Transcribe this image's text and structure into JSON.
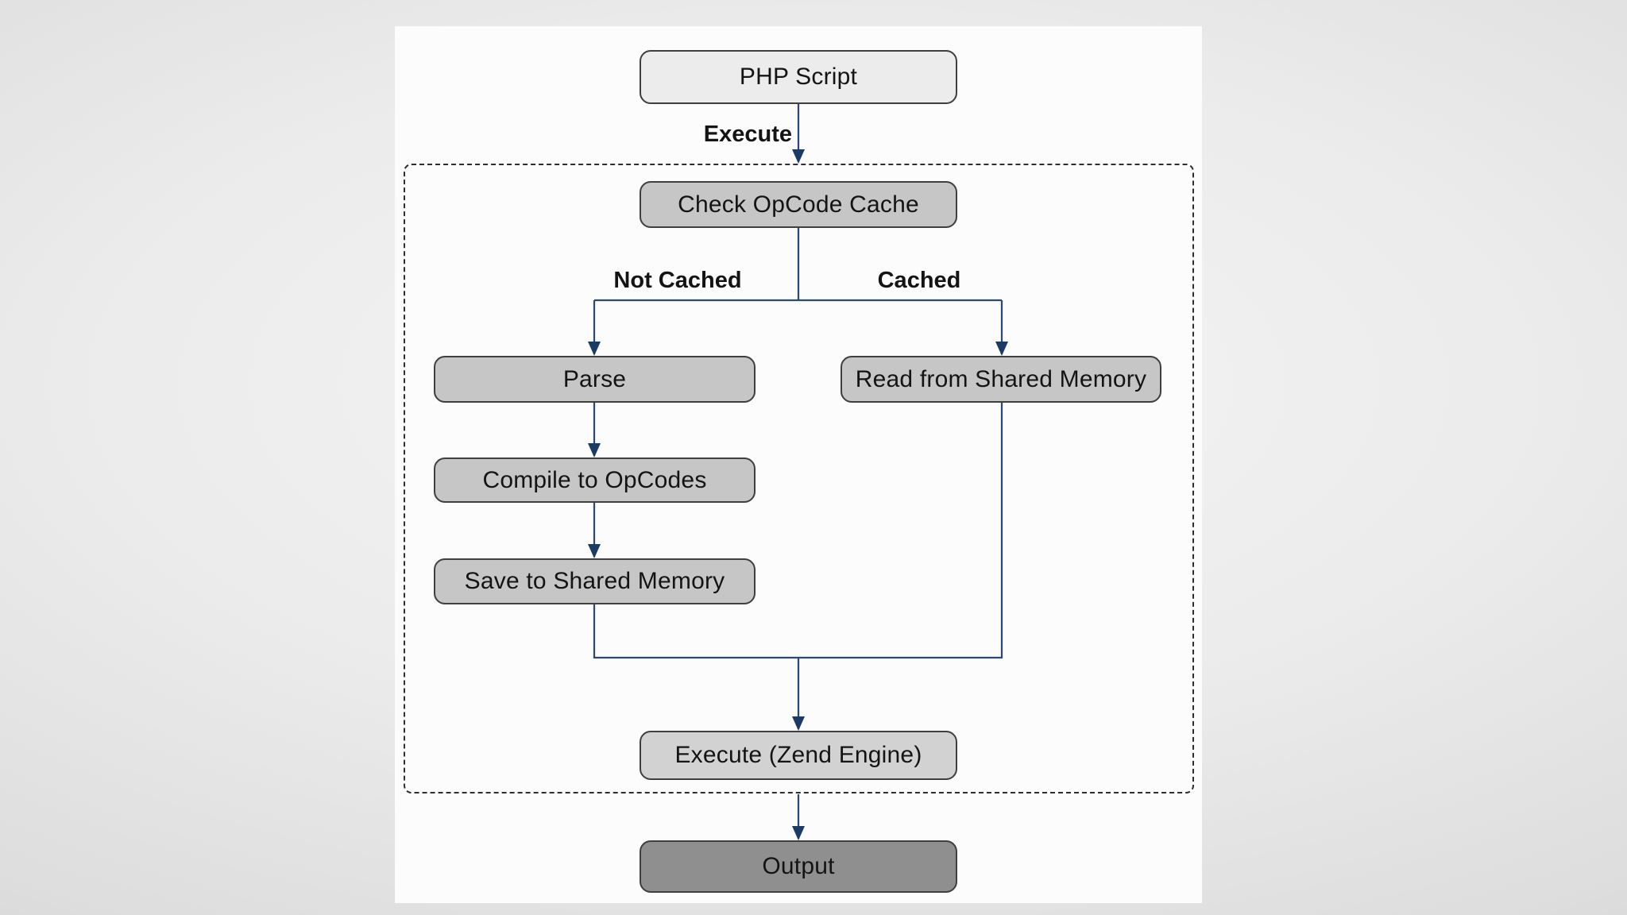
{
  "colors": {
    "bg_edge": "#c6c6c6",
    "panel_bg": "#fcfcfc",
    "node_border": "#3f3f3f",
    "fill_source": "#ececec",
    "fill_process": "#c6c6c6",
    "fill_process_light": "#d2d2d2",
    "fill_sink": "#8f8f8f",
    "arrow": "#2b4a72",
    "arrow_head": "#1b3a66",
    "dash_color": "#2e2e2e",
    "label_color": "#141414"
  },
  "diagram": {
    "nodes": [
      {
        "id": "php-script",
        "label": "PHP Script",
        "style": "source"
      },
      {
        "id": "check-opcode-cache",
        "label": "Check OpCode Cache",
        "style": "process"
      },
      {
        "id": "parse",
        "label": "Parse",
        "style": "process"
      },
      {
        "id": "read-shared-memory",
        "label": "Read from Shared Memory",
        "style": "process"
      },
      {
        "id": "compile-to-opcodes",
        "label": "Compile to OpCodes",
        "style": "process"
      },
      {
        "id": "save-to-shared-memory",
        "label": "Save to Shared Memory",
        "style": "process"
      },
      {
        "id": "execute-zend-engine",
        "label": "Execute (Zend Engine)",
        "style": "process-light"
      },
      {
        "id": "output",
        "label": "Output",
        "style": "sink"
      }
    ],
    "edges": [
      {
        "from": "php-script",
        "to": "check-opcode-cache",
        "label": "Execute"
      },
      {
        "from": "check-opcode-cache",
        "to": "parse",
        "label": "Not Cached"
      },
      {
        "from": "check-opcode-cache",
        "to": "read-shared-memory",
        "label": "Cached"
      },
      {
        "from": "parse",
        "to": "compile-to-opcodes",
        "label": ""
      },
      {
        "from": "compile-to-opcodes",
        "to": "save-to-shared-memory",
        "label": ""
      },
      {
        "from": "save-to-shared-memory",
        "to": "execute-zend-engine",
        "label": ""
      },
      {
        "from": "read-shared-memory",
        "to": "execute-zend-engine",
        "label": ""
      },
      {
        "from": "execute-zend-engine",
        "to": "output",
        "label": ""
      }
    ]
  }
}
